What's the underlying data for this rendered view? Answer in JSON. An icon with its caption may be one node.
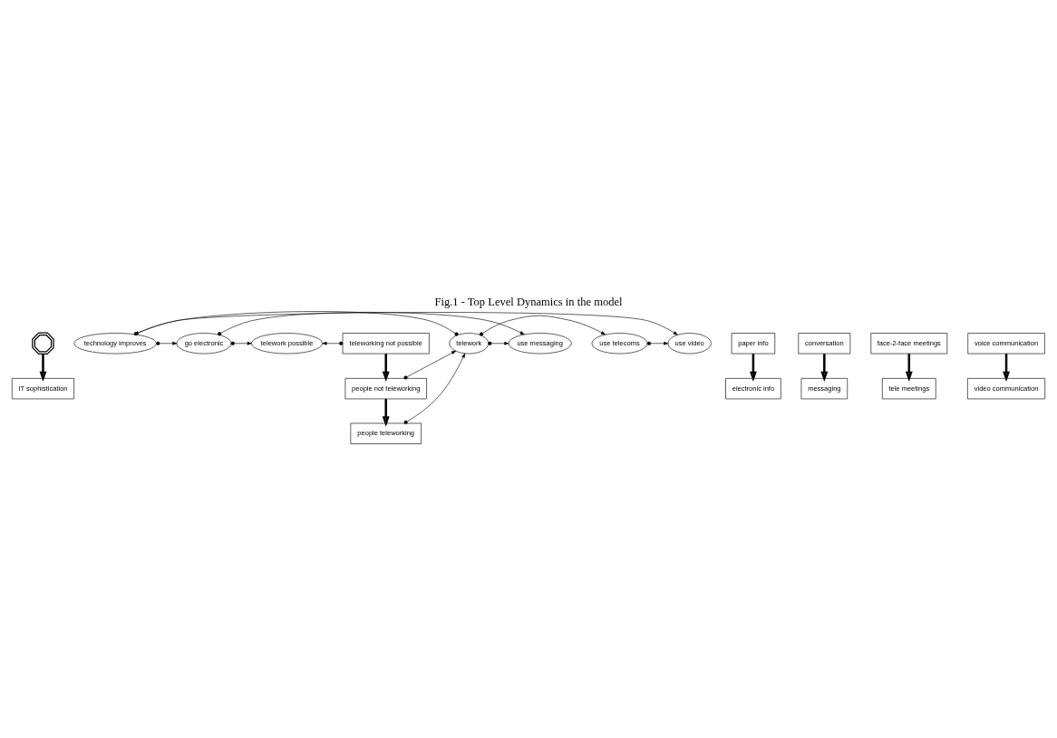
{
  "diagram": {
    "title": "Fig.1 - Top Level Dynamics in the model",
    "nodes": [
      {
        "text": [],
        "shape": "cloud"
      },
      {
        "text": [
          "IT sophistication"
        ]
      },
      {
        "text": [
          "technology improves"
        ]
      },
      {
        "text": [
          "paper info"
        ]
      },
      {
        "text": [
          "electronic info"
        ]
      },
      {
        "text": [
          "go electronic"
        ]
      },
      {
        "text": [
          "teleworking not possible"
        ]
      },
      {
        "text": [
          "people not teleworking"
        ]
      },
      {
        "text": [
          "telework possible"
        ]
      },
      {
        "text": [
          "people teleworking"
        ]
      },
      {
        "text": [
          "telework"
        ]
      },
      {
        "text": [
          "conversation"
        ]
      },
      {
        "text": [
          "messaging"
        ]
      },
      {
        "text": [
          "use messaging"
        ]
      },
      {
        "text": [
          "face-2-face meetings"
        ]
      },
      {
        "text": [
          "tele meetings"
        ]
      },
      {
        "text": [
          "use telecoms"
        ]
      },
      {
        "text": [
          "voice communication"
        ]
      },
      {
        "text": [
          "video communication"
        ]
      },
      {
        "text": [
          "use video"
        ]
      }
    ],
    "edges": [
      {
        "from": 0,
        "to": 1,
        "arrow": "to",
        "style": "thick"
      },
      {
        "from": 3,
        "to": 4,
        "arrow": "to",
        "style": "thick"
      },
      {
        "from": 6,
        "to": 7,
        "arrow": "to",
        "style": "thick"
      },
      {
        "from": 7,
        "to": 9,
        "arrow": "to",
        "style": "thick"
      },
      {
        "from": 11,
        "to": 12,
        "arrow": "to",
        "style": "thick"
      },
      {
        "from": 14,
        "to": 15,
        "arrow": "to",
        "style": "thick"
      },
      {
        "from": 17,
        "to": 18,
        "arrow": "to",
        "style": "thick"
      },
      {
        "from": 2,
        "to": 5,
        "arrow": "to"
      },
      {
        "from": 2,
        "to": 19,
        "arrow": "to"
      },
      {
        "from": 10,
        "to": 2,
        "arrow": "to"
      },
      {
        "from": 5,
        "to": 13,
        "arrow": "to"
      },
      {
        "from": 5,
        "to": 8,
        "arrow": "to"
      },
      {
        "from": 6,
        "to": 8,
        "arrow": "to"
      },
      {
        "from": 7,
        "to": 10,
        "arrow": "to"
      },
      {
        "from": 9,
        "to": 10,
        "arrow": "to"
      },
      {
        "from": 10,
        "to": 13,
        "arrow": "to"
      },
      {
        "from": 10,
        "to": 16,
        "arrow": "to"
      },
      {
        "from": 16,
        "to": 19,
        "arrow": "to"
      }
    ]
  }
}
